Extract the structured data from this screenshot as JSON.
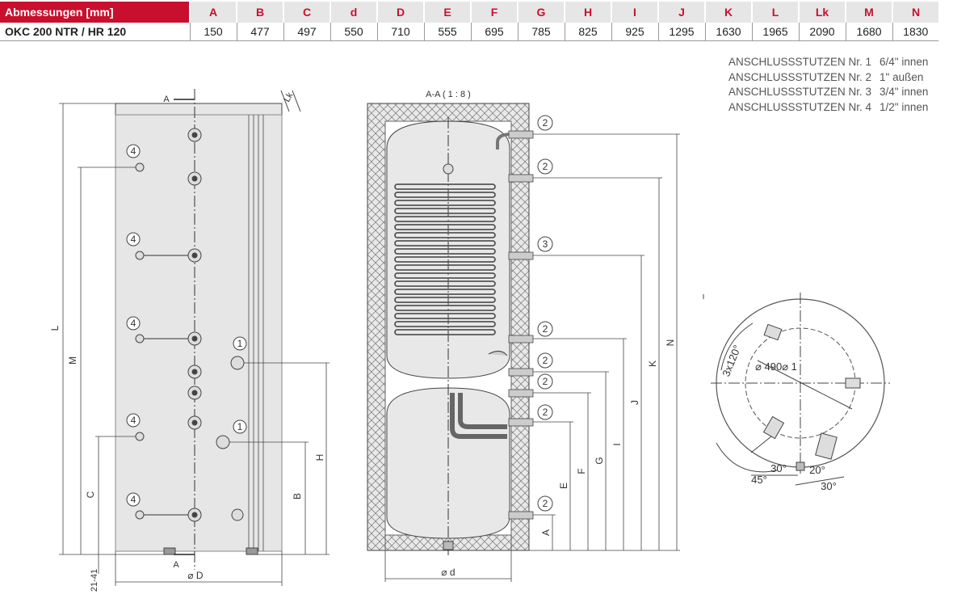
{
  "table": {
    "header_label": "Abmessungen [mm]",
    "columns": [
      "A",
      "B",
      "C",
      "d",
      "D",
      "E",
      "F",
      "G",
      "H",
      "I",
      "J",
      "K",
      "L",
      "Lk",
      "M",
      "N"
    ],
    "row_label": "OKC 200 NTR / HR 120",
    "values": [
      "150",
      "477",
      "497",
      "550",
      "710",
      "555",
      "695",
      "785",
      "825",
      "925",
      "1295",
      "1630",
      "1965",
      "2090",
      "1680",
      "1830"
    ]
  },
  "legend": [
    {
      "label": "ANSCHLUSSSTUTZEN Nr. 1",
      "size": "6/4\" innen"
    },
    {
      "label": "ANSCHLUSSSTUTZEN Nr. 2",
      "size": "1\" außen"
    },
    {
      "label": "ANSCHLUSSSTUTZEN Nr. 3",
      "size": "3/4\" innen"
    },
    {
      "label": "ANSCHLUSSSTUTZEN Nr. 4",
      "size": "1/2\" innen"
    }
  ],
  "drawing": {
    "section_label": "A-A ( 1 : 8 )",
    "cut_label": "A",
    "lk_label": "Lk",
    "dim_L": "L",
    "dim_M": "M",
    "dim_C": "C",
    "dim_H": "H",
    "dim_B": "B",
    "dim_D": "⌀ D",
    "dim_21_41": "21-41",
    "dim_d": "⌀ d",
    "dim_A": "A",
    "dim_E": "E",
    "dim_F": "F",
    "dim_G": "G",
    "dim_I": "I",
    "dim_J": "J",
    "dim_K": "K",
    "dim_N": "N",
    "num_1": "1",
    "num_2": "2",
    "num_3": "3",
    "num_4": "4",
    "angle_3x120": "3x120°",
    "dia_490": "⌀ 490⌀ 1",
    "angle_30a": "30°",
    "angle_20": "20°",
    "angle_45": "45°",
    "angle_30b": "30°"
  }
}
